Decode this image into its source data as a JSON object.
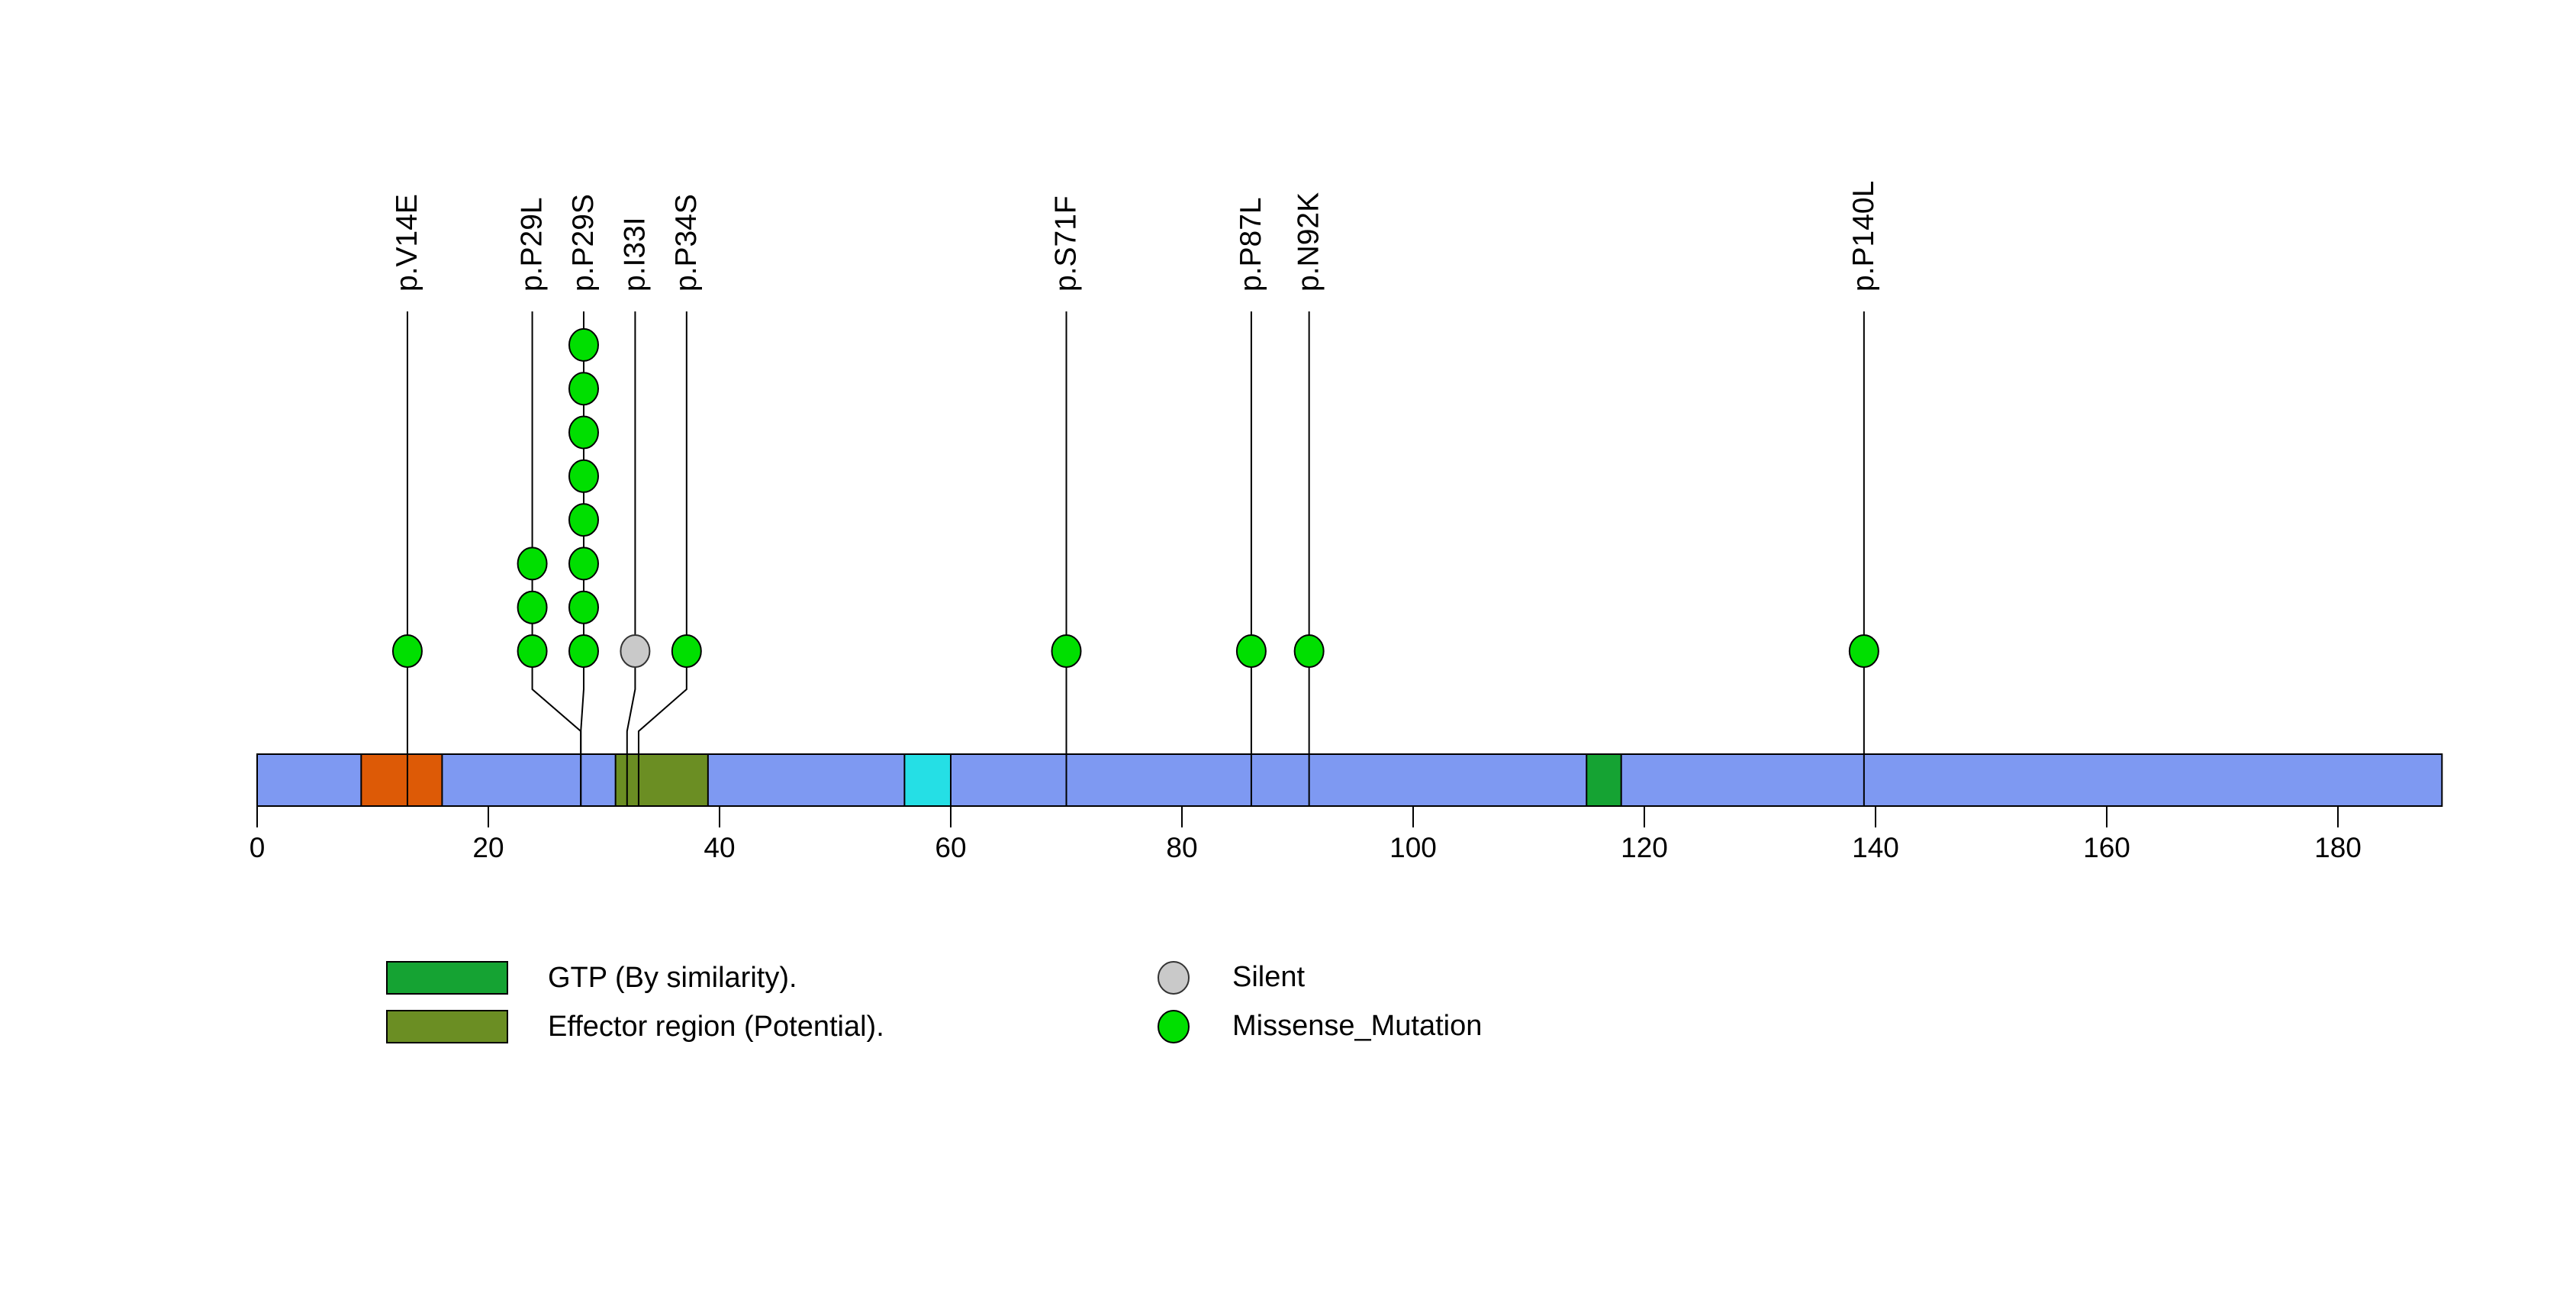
{
  "chart_data": {
    "type": "lollipop",
    "title": "",
    "xlabel": "",
    "ylabel": "",
    "protein_length": 189,
    "axis": {
      "ticks": [
        0,
        20,
        40,
        60,
        80,
        100,
        120,
        140,
        160,
        180
      ],
      "xlim": [
        0,
        189
      ],
      "grid": false
    },
    "bar_color": "#7E99F2",
    "domains": [
      {
        "label": "GTP (By similarity).",
        "start": 10,
        "end": 17,
        "color": "#DD5A06"
      },
      {
        "label": "Effector region (Potential).",
        "start": 32,
        "end": 40,
        "color": "#6B8E23"
      },
      {
        "label": "GTP (By similarity).",
        "start": 57,
        "end": 61,
        "color": "#25DFE5"
      },
      {
        "label": "GTP (By similarity).",
        "start": 116,
        "end": 119,
        "color": "#15A333"
      }
    ],
    "mutation_classes": [
      {
        "name": "Silent",
        "color": "#C9C9C9",
        "stroke": "#333333"
      },
      {
        "name": "Missense_Mutation",
        "color": "#00DF00",
        "stroke": "#000000"
      }
    ],
    "mutations": [
      {
        "label": "p.V14E",
        "pos": 14,
        "label_x_aa": 14.0,
        "count": 1,
        "class": "Missense_Mutation"
      },
      {
        "label": "p.P29L",
        "pos": 29,
        "label_x_aa": 24.8,
        "count": 3,
        "class": "Missense_Mutation"
      },
      {
        "label": "p.P29S",
        "pos": 29,
        "label_x_aa": 29.25,
        "count": 8,
        "class": "Missense_Mutation"
      },
      {
        "label": "p.I33I",
        "pos": 33,
        "label_x_aa": 33.7,
        "count": 1,
        "class": "Silent"
      },
      {
        "label": "p.P34S",
        "pos": 34,
        "label_x_aa": 38.15,
        "count": 1,
        "class": "Missense_Mutation"
      },
      {
        "label": "p.S71F",
        "pos": 71,
        "label_x_aa": 71.0,
        "count": 1,
        "class": "Missense_Mutation"
      },
      {
        "label": "p.P87L",
        "pos": 87,
        "label_x_aa": 87.0,
        "count": 1,
        "class": "Missense_Mutation"
      },
      {
        "label": "p.N92K",
        "pos": 92,
        "label_x_aa": 92.0,
        "count": 1,
        "class": "Missense_Mutation"
      },
      {
        "label": "p.P140L",
        "pos": 140,
        "label_x_aa": 140.0,
        "count": 1,
        "class": "Missense_Mutation"
      }
    ],
    "legend": {
      "domain_entries": [
        {
          "label": "GTP (By similarity).",
          "color": "#15A333"
        },
        {
          "label": "Effector region (Potential).",
          "color": "#6B8E23"
        }
      ],
      "class_entries": [
        {
          "label": "Silent",
          "color": "#C9C9C9",
          "stroke": "#333333"
        },
        {
          "label": "Missense_Mutation",
          "color": "#00DF00",
          "stroke": "#000000"
        }
      ],
      "position": "bottom"
    }
  }
}
